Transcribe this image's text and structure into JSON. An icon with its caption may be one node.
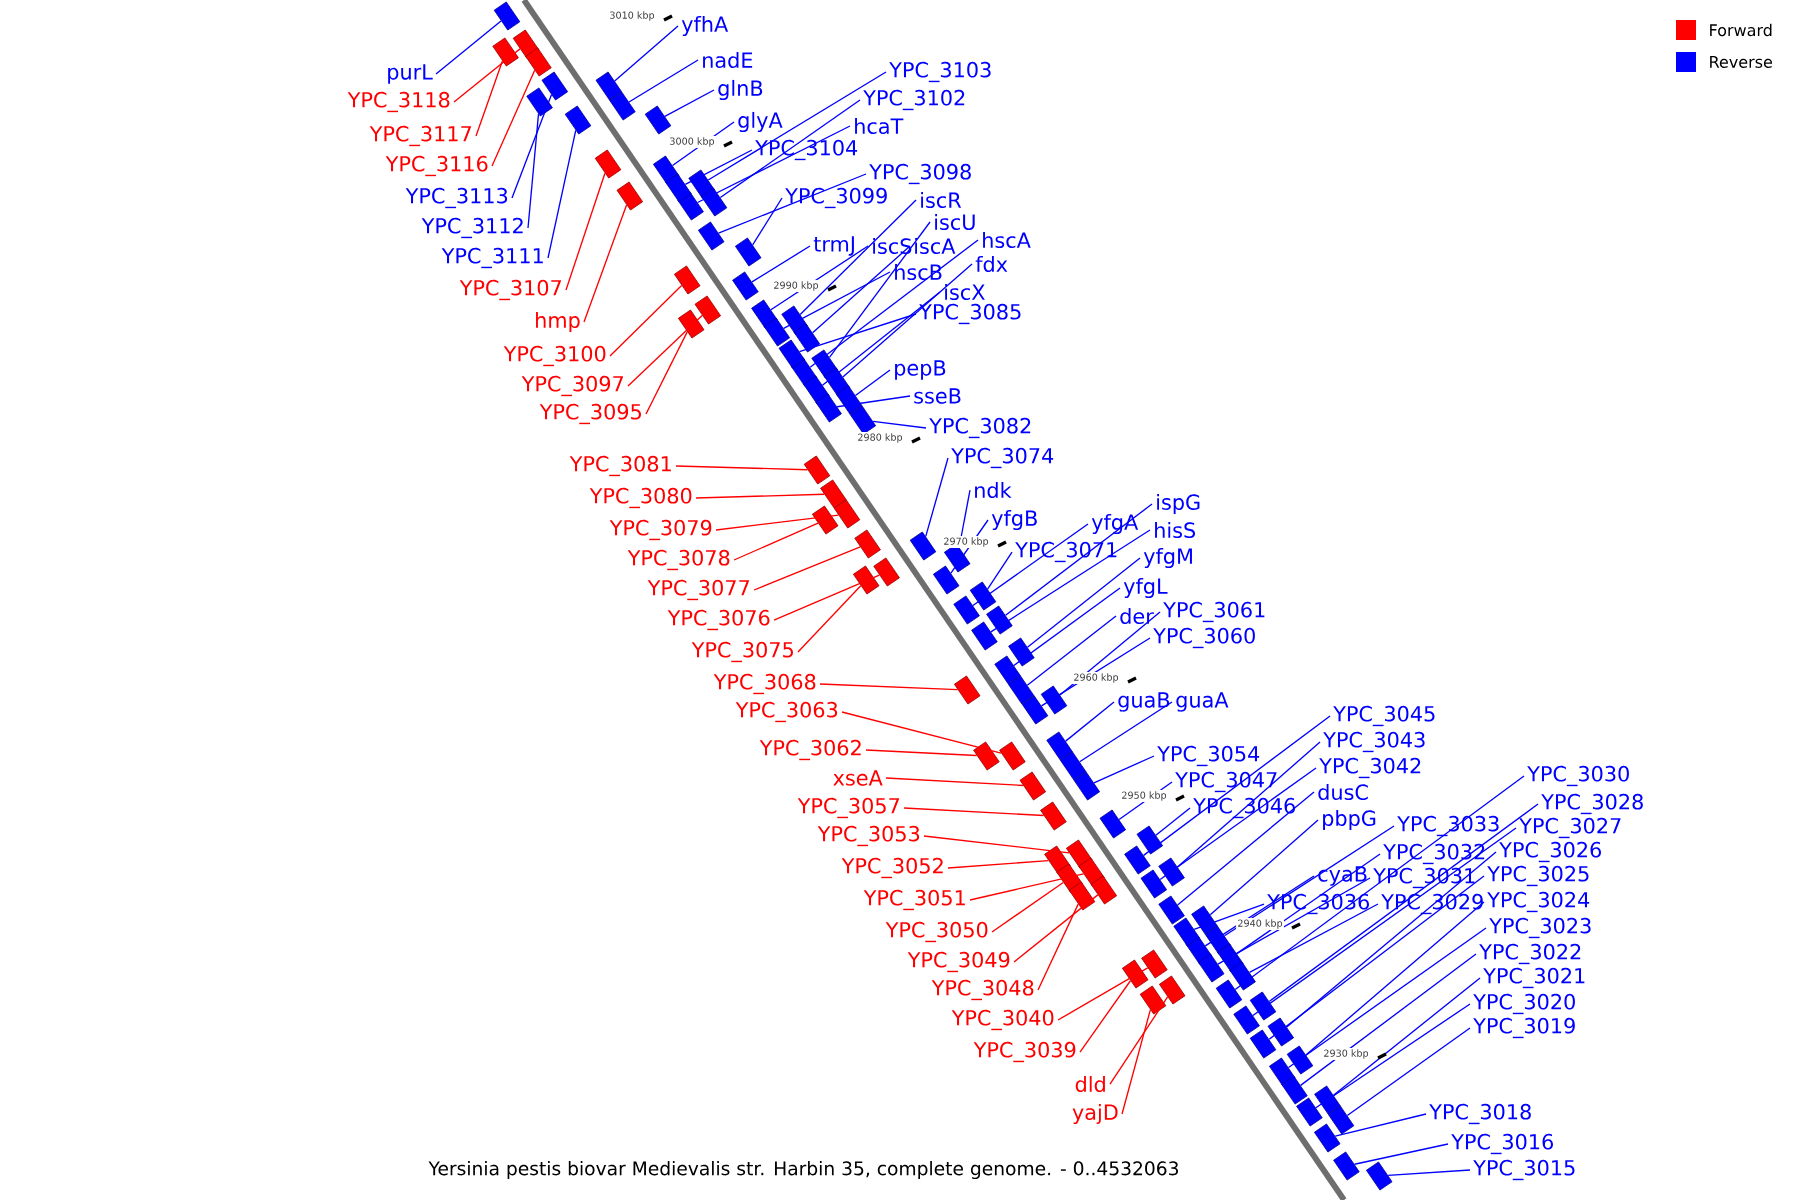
{
  "diagram": {
    "caption": "Yersinia pestis biovar Medievalis str. Harbin 35, complete genome. - 0..4532063",
    "nodes": [
      {
        "text": [
          "purL"
        ]
      },
      {
        "text": [
          "YPC_3118"
        ]
      },
      {
        "text": [
          "YPC_3117"
        ]
      },
      {
        "text": [
          "YPC_3116"
        ]
      },
      {
        "text": [
          "YPC_3113"
        ]
      },
      {
        "text": [
          "YPC_3112"
        ]
      },
      {
        "text": [
          "YPC_3111"
        ]
      },
      {
        "text": [
          "YPC_3107"
        ]
      },
      {
        "text": [
          "hmp"
        ]
      },
      {
        "text": [
          "YPC_3100"
        ]
      },
      {
        "text": [
          "YPC_3097"
        ]
      },
      {
        "text": [
          "YPC_3095"
        ]
      },
      {
        "text": [
          "YPC_3081"
        ]
      },
      {
        "text": [
          "YPC_3080"
        ]
      },
      {
        "text": [
          "YPC_3079"
        ]
      },
      {
        "text": [
          "YPC_3078"
        ]
      },
      {
        "text": [
          "YPC_3077"
        ]
      },
      {
        "text": [
          "YPC_3076"
        ]
      },
      {
        "text": [
          "YPC_3075"
        ]
      },
      {
        "text": [
          "YPC_3068"
        ]
      },
      {
        "text": [
          "YPC_3063"
        ]
      },
      {
        "text": [
          "YPC_3062"
        ]
      },
      {
        "text": [
          "xseA"
        ]
      },
      {
        "text": [
          "YPC_3057"
        ]
      },
      {
        "text": [
          "YPC_3053"
        ]
      },
      {
        "text": [
          "YPC_3052"
        ]
      },
      {
        "text": [
          "YPC_3051"
        ]
      },
      {
        "text": [
          "YPC_3050"
        ]
      },
      {
        "text": [
          "YPC_3049"
        ]
      },
      {
        "text": [
          "YPC_3048"
        ]
      },
      {
        "text": [
          "YPC_3040"
        ]
      },
      {
        "text": [
          "YPC_3039"
        ]
      },
      {
        "text": [
          "dld"
        ]
      },
      {
        "text": [
          "yajD"
        ]
      },
      {
        "text": [
          "yfhA"
        ]
      },
      {
        "text": [
          "nadE"
        ]
      },
      {
        "text": [
          "YPC_3103"
        ]
      },
      {
        "text": [
          "glnB"
        ]
      },
      {
        "text": [
          "YPC_3102"
        ]
      },
      {
        "text": [
          "glyA"
        ]
      },
      {
        "text": [
          "hcaT"
        ]
      },
      {
        "text": [
          "YPC_3104"
        ]
      },
      {
        "text": [
          "YPC_3098"
        ]
      },
      {
        "text": [
          "YPC_3099"
        ]
      },
      {
        "text": [
          "iscR"
        ]
      },
      {
        "text": [
          "iscU"
        ]
      },
      {
        "text": [
          "hscA"
        ]
      },
      {
        "text": [
          "trmJ"
        ]
      },
      {
        "text": [
          "iscS"
        ]
      },
      {
        "text": [
          "iscA"
        ]
      },
      {
        "text": [
          "fdx"
        ]
      },
      {
        "text": [
          "hscB"
        ]
      },
      {
        "text": [
          "iscX"
        ]
      },
      {
        "text": [
          "YPC_3085"
        ]
      },
      {
        "text": [
          "pepB"
        ]
      },
      {
        "text": [
          "sseB"
        ]
      },
      {
        "text": [
          "YPC_3082"
        ]
      },
      {
        "text": [
          "YPC_3074"
        ]
      },
      {
        "text": [
          "ndk"
        ]
      },
      {
        "text": [
          "ispG"
        ]
      },
      {
        "text": [
          "yfgB"
        ]
      },
      {
        "text": [
          "yfgA"
        ]
      },
      {
        "text": [
          "hisS"
        ]
      },
      {
        "text": [
          "YPC_3071"
        ]
      },
      {
        "text": [
          "yfgM"
        ]
      },
      {
        "text": [
          "yfgL"
        ]
      },
      {
        "text": [
          "YPC_3061"
        ]
      },
      {
        "text": [
          "der"
        ]
      },
      {
        "text": [
          "YPC_3060"
        ]
      },
      {
        "text": [
          "guaB"
        ]
      },
      {
        "text": [
          "guaA"
        ]
      },
      {
        "text": [
          "YPC_3045"
        ]
      },
      {
        "text": [
          "YPC_3043"
        ]
      },
      {
        "text": [
          "YPC_3054"
        ]
      },
      {
        "text": [
          "YPC_3042"
        ]
      },
      {
        "text": [
          "YPC_3030"
        ]
      },
      {
        "text": [
          "YPC_3047"
        ]
      },
      {
        "text": [
          "dusC"
        ]
      },
      {
        "text": [
          "YPC_3028"
        ]
      },
      {
        "text": [
          "YPC_3046"
        ]
      },
      {
        "text": [
          "pbpG"
        ]
      },
      {
        "text": [
          "YPC_3033"
        ]
      },
      {
        "text": [
          "YPC_3027"
        ]
      },
      {
        "text": [
          "YPC_3032"
        ]
      },
      {
        "text": [
          "YPC_3026"
        ]
      },
      {
        "text": [
          "cyaB"
        ]
      },
      {
        "text": [
          "YPC_3031"
        ]
      },
      {
        "text": [
          "YPC_3025"
        ]
      },
      {
        "text": [
          "YPC_3036"
        ]
      },
      {
        "text": [
          "YPC_3029"
        ]
      },
      {
        "text": [
          "YPC_3024"
        ]
      },
      {
        "text": [
          "YPC_3023"
        ]
      },
      {
        "text": [
          "YPC_3022"
        ]
      },
      {
        "text": [
          "YPC_3021"
        ]
      },
      {
        "text": [
          "YPC_3020"
        ]
      },
      {
        "text": [
          "YPC_3019"
        ]
      },
      {
        "text": [
          "YPC_3018"
        ]
      },
      {
        "text": [
          "YPC_3016"
        ]
      },
      {
        "text": [
          "YPC_3015"
        ]
      },
      {
        "text": [],
        "shape": "box"
      },
      {
        "text": [],
        "shape": "box"
      },
      {
        "text": [],
        "shape": "box"
      },
      {
        "text": [],
        "shape": "box"
      },
      {
        "text": [],
        "shape": "box"
      },
      {
        "text": [],
        "shape": "box"
      },
      {
        "text": [],
        "shape": "box"
      },
      {
        "text": [],
        "shape": "box"
      },
      {
        "text": [],
        "shape": "box"
      },
      {
        "text": [],
        "shape": "box"
      },
      {
        "text": [],
        "shape": "box"
      },
      {
        "text": [],
        "shape": "box"
      },
      {
        "text": [],
        "shape": "box"
      },
      {
        "text": [],
        "shape": "box"
      },
      {
        "text": [],
        "shape": "box"
      },
      {
        "text": [],
        "shape": "box"
      },
      {
        "text": [],
        "shape": "box"
      },
      {
        "text": [],
        "shape": "box"
      },
      {
        "text": [],
        "shape": "box"
      },
      {
        "text": [],
        "shape": "box"
      },
      {
        "text": [],
        "shape": "box"
      },
      {
        "text": [],
        "shape": "box"
      },
      {
        "text": [],
        "shape": "box"
      },
      {
        "text": [],
        "shape": "box"
      },
      {
        "text": [],
        "shape": "box"
      },
      {
        "text": [],
        "shape": "box"
      },
      {
        "text": [],
        "shape": "box"
      },
      {
        "text": [],
        "shape": "box"
      },
      {
        "text": [],
        "shape": "box"
      },
      {
        "text": [],
        "shape": "box"
      },
      {
        "text": [],
        "shape": "box"
      },
      {
        "text": [],
        "shape": "box"
      },
      {
        "text": [],
        "shape": "box"
      },
      {
        "text": [],
        "shape": "box"
      },
      {
        "text": [],
        "shape": "box"
      },
      {
        "text": [],
        "shape": "box"
      },
      {
        "text": [],
        "shape": "box"
      },
      {
        "text": [],
        "shape": "box"
      },
      {
        "text": [],
        "shape": "box"
      },
      {
        "text": [],
        "shape": "box"
      },
      {
        "text": [],
        "shape": "box"
      },
      {
        "text": [],
        "shape": "box"
      },
      {
        "text": [],
        "shape": "box"
      },
      {
        "text": [],
        "shape": "box"
      },
      {
        "text": [],
        "shape": "box"
      },
      {
        "text": [],
        "shape": "box"
      },
      {
        "text": [],
        "shape": "box"
      },
      {
        "text": [],
        "shape": "box"
      },
      {
        "text": [],
        "shape": "box"
      },
      {
        "text": [],
        "shape": "box"
      },
      {
        "text": [],
        "shape": "box"
      },
      {
        "text": [],
        "shape": "box"
      },
      {
        "text": [],
        "shape": "box"
      },
      {
        "text": [],
        "shape": "box"
      },
      {
        "text": [],
        "shape": "box"
      },
      {
        "text": [],
        "shape": "box"
      },
      {
        "text": [],
        "shape": "box"
      },
      {
        "text": [],
        "shape": "box"
      },
      {
        "text": [],
        "shape": "box"
      },
      {
        "text": [],
        "shape": "box"
      },
      {
        "text": [],
        "shape": "box"
      },
      {
        "text": [],
        "shape": "box"
      },
      {
        "text": [],
        "shape": "box"
      },
      {
        "text": [],
        "shape": "box"
      },
      {
        "text": [],
        "shape": "box"
      },
      {
        "text": [],
        "shape": "box"
      },
      {
        "text": [],
        "shape": "box"
      },
      {
        "text": [],
        "shape": "box"
      },
      {
        "text": [],
        "shape": "box"
      },
      {
        "text": [],
        "shape": "box"
      },
      {
        "text": [],
        "shape": "box"
      },
      {
        "text": [],
        "shape": "box"
      },
      {
        "text": [],
        "shape": "box"
      },
      {
        "text": [],
        "shape": "box"
      },
      {
        "text": [],
        "shape": "box"
      },
      {
        "text": [],
        "shape": "box"
      },
      {
        "text": [],
        "shape": "box"
      },
      {
        "text": [],
        "shape": "box"
      },
      {
        "text": [],
        "shape": "box"
      },
      {
        "text": [],
        "shape": "box"
      },
      {
        "text": [],
        "shape": "box"
      },
      {
        "text": [],
        "shape": "box"
      },
      {
        "text": [],
        "shape": "box"
      },
      {
        "text": [],
        "shape": "box"
      },
      {
        "text": [],
        "shape": "box"
      },
      {
        "text": [],
        "shape": "box"
      },
      {
        "text": [],
        "shape": "box"
      },
      {
        "text": [],
        "shape": "box"
      },
      {
        "text": [],
        "shape": "box"
      },
      {
        "text": [],
        "shape": "box"
      },
      {
        "text": [],
        "shape": "box"
      },
      {
        "text": [],
        "shape": "box"
      },
      {
        "text": [],
        "shape": "box"
      },
      {
        "text": [],
        "shape": "box"
      },
      {
        "text": [],
        "shape": "box"
      },
      {
        "text": [],
        "shape": "box"
      },
      {
        "text": [],
        "shape": "box"
      },
      {
        "text": [],
        "shape": "box"
      },
      {
        "text": [],
        "shape": "box"
      }
    ],
    "edges": [
      {
        "from": 0,
        "to": 99,
        "arrow": "none"
      },
      {
        "from": 1,
        "to": 100,
        "arrow": "none",
        "color": "#ff0000"
      },
      {
        "from": 2,
        "to": 101,
        "arrow": "none",
        "color": "#ff0000"
      },
      {
        "from": 3,
        "to": 102,
        "arrow": "none",
        "color": "#ff0000"
      },
      {
        "from": 4,
        "to": 103,
        "arrow": "none"
      },
      {
        "from": 5,
        "to": 104,
        "arrow": "none"
      },
      {
        "from": 6,
        "to": 105,
        "arrow": "none"
      },
      {
        "from": 7,
        "to": 106,
        "arrow": "none",
        "color": "#ff0000"
      },
      {
        "from": 8,
        "to": 107,
        "arrow": "none",
        "color": "#ff0000"
      },
      {
        "from": 9,
        "to": 108,
        "arrow": "none",
        "color": "#ff0000"
      },
      {
        "from": 10,
        "to": 109,
        "arrow": "none",
        "color": "#ff0000"
      },
      {
        "from": 11,
        "to": 110,
        "arrow": "none",
        "color": "#ff0000"
      },
      {
        "from": 12,
        "to": 111,
        "arrow": "none",
        "color": "#ff0000"
      },
      {
        "from": 13,
        "to": 112,
        "arrow": "none",
        "color": "#ff0000"
      },
      {
        "from": 14,
        "to": 113,
        "arrow": "none",
        "color": "#ff0000"
      },
      {
        "from": 15,
        "to": 114,
        "arrow": "none",
        "color": "#ff0000"
      },
      {
        "from": 16,
        "to": 115,
        "arrow": "none",
        "color": "#ff0000"
      },
      {
        "from": 17,
        "to": 116,
        "arrow": "none",
        "color": "#ff0000"
      },
      {
        "from": 18,
        "to": 117,
        "arrow": "none",
        "color": "#ff0000"
      },
      {
        "from": 19,
        "to": 118,
        "arrow": "none",
        "color": "#ff0000"
      },
      {
        "from": 20,
        "to": 119,
        "arrow": "none",
        "color": "#ff0000"
      },
      {
        "from": 21,
        "to": 120,
        "arrow": "none",
        "color": "#ff0000"
      },
      {
        "from": 22,
        "to": 121,
        "arrow": "none",
        "color": "#ff0000"
      },
      {
        "from": 23,
        "to": 122,
        "arrow": "none",
        "color": "#ff0000"
      },
      {
        "from": 24,
        "to": 123,
        "arrow": "none",
        "color": "#ff0000"
      },
      {
        "from": 25,
        "to": 124,
        "arrow": "none",
        "color": "#ff0000"
      },
      {
        "from": 26,
        "to": 125,
        "arrow": "none",
        "color": "#ff0000"
      },
      {
        "from": 27,
        "to": 126,
        "arrow": "none",
        "color": "#ff0000"
      },
      {
        "from": 28,
        "to": 127,
        "arrow": "none",
        "color": "#ff0000"
      },
      {
        "from": 29,
        "to": 128,
        "arrow": "none",
        "color": "#ff0000"
      },
      {
        "from": 30,
        "to": 129,
        "arrow": "none",
        "color": "#ff0000"
      },
      {
        "from": 31,
        "to": 130,
        "arrow": "none",
        "color": "#ff0000"
      },
      {
        "from": 32,
        "to": 131,
        "arrow": "none",
        "color": "#ff0000"
      },
      {
        "from": 33,
        "to": 132,
        "arrow": "none",
        "color": "#ff0000"
      },
      {
        "from": 34,
        "to": 133,
        "arrow": "none"
      },
      {
        "from": 35,
        "to": 134,
        "arrow": "none"
      },
      {
        "from": 36,
        "to": 135,
        "arrow": "none"
      },
      {
        "from": 37,
        "to": 136,
        "arrow": "none"
      },
      {
        "from": 38,
        "to": 137,
        "arrow": "none"
      },
      {
        "from": 39,
        "to": 138,
        "arrow": "none"
      },
      {
        "from": 40,
        "to": 139,
        "arrow": "none"
      },
      {
        "from": 41,
        "to": 140,
        "arrow": "none"
      },
      {
        "from": 42,
        "to": 141,
        "arrow": "none"
      },
      {
        "from": 43,
        "to": 142,
        "arrow": "none"
      },
      {
        "from": 44,
        "to": 143,
        "arrow": "none"
      },
      {
        "from": 45,
        "to": 144,
        "arrow": "none"
      },
      {
        "from": 46,
        "to": 145,
        "arrow": "none"
      },
      {
        "from": 47,
        "to": 146,
        "arrow": "none"
      },
      {
        "from": 48,
        "to": 147,
        "arrow": "none"
      },
      {
        "from": 49,
        "to": 148,
        "arrow": "none"
      },
      {
        "from": 50,
        "to": 149,
        "arrow": "none"
      },
      {
        "from": 51,
        "to": 150,
        "arrow": "none"
      },
      {
        "from": 52,
        "to": 151,
        "arrow": "none"
      },
      {
        "from": 53,
        "to": 152,
        "arrow": "none"
      },
      {
        "from": 54,
        "to": 153,
        "arrow": "none"
      },
      {
        "from": 55,
        "to": 154,
        "arrow": "none"
      },
      {
        "from": 56,
        "to": 155,
        "arrow": "none"
      },
      {
        "from": 57,
        "to": 156,
        "arrow": "none"
      },
      {
        "from": 58,
        "to": 157,
        "arrow": "none"
      },
      {
        "from": 59,
        "to": 158,
        "arrow": "none"
      },
      {
        "from": 60,
        "to": 159,
        "arrow": "none"
      },
      {
        "from": 61,
        "to": 160,
        "arrow": "none"
      },
      {
        "from": 62,
        "to": 161,
        "arrow": "none"
      },
      {
        "from": 63,
        "to": 162,
        "arrow": "none"
      },
      {
        "from": 64,
        "to": 163,
        "arrow": "none"
      },
      {
        "from": 65,
        "to": 164,
        "arrow": "none"
      },
      {
        "from": 66,
        "to": 165,
        "arrow": "none"
      },
      {
        "from": 67,
        "to": 166,
        "arrow": "none"
      },
      {
        "from": 68,
        "to": 167,
        "arrow": "none"
      },
      {
        "from": 69,
        "to": 168,
        "arrow": "none"
      },
      {
        "from": 70,
        "to": 169,
        "arrow": "none"
      },
      {
        "from": 71,
        "to": 170,
        "arrow": "none"
      },
      {
        "from": 72,
        "to": 171,
        "arrow": "none"
      },
      {
        "from": 73,
        "to": 172,
        "arrow": "none"
      },
      {
        "from": 74,
        "to": 173,
        "arrow": "none"
      },
      {
        "from": 75,
        "to": 174,
        "arrow": "none"
      },
      {
        "from": 76,
        "to": 175,
        "arrow": "none"
      },
      {
        "from": 77,
        "to": 176,
        "arrow": "none"
      },
      {
        "from": 78,
        "to": 177,
        "arrow": "none"
      },
      {
        "from": 79,
        "to": 178,
        "arrow": "none"
      },
      {
        "from": 80,
        "to": 179,
        "arrow": "none"
      },
      {
        "from": 81,
        "to": 180,
        "arrow": "none"
      },
      {
        "from": 82,
        "to": 181,
        "arrow": "none"
      },
      {
        "from": 83,
        "to": 182,
        "arrow": "none"
      },
      {
        "from": 84,
        "to": 183,
        "arrow": "none"
      },
      {
        "from": 85,
        "to": 184,
        "arrow": "none"
      },
      {
        "from": 86,
        "to": 185,
        "arrow": "none"
      },
      {
        "from": 87,
        "to": 186,
        "arrow": "none"
      },
      {
        "from": 88,
        "to": 187,
        "arrow": "none"
      },
      {
        "from": 89,
        "to": 188,
        "arrow": "none"
      },
      {
        "from": 90,
        "to": 189,
        "arrow": "none"
      },
      {
        "from": 91,
        "to": 190,
        "arrow": "none"
      },
      {
        "from": 92,
        "to": 191,
        "arrow": "none"
      },
      {
        "from": 93,
        "to": 192,
        "arrow": "none"
      },
      {
        "from": 94,
        "to": 193,
        "arrow": "none"
      },
      {
        "from": 95,
        "to": 194,
        "arrow": "none"
      },
      {
        "from": 96,
        "to": 195,
        "arrow": "none"
      },
      {
        "from": 97,
        "to": 196,
        "arrow": "none"
      },
      {
        "from": 98,
        "to": 197,
        "arrow": "none"
      }
    ],
    "labels": [
      "3010 kbp",
      "3000 kbp",
      "2990 kbp",
      "2980 kbp",
      "2970 kbp",
      "2960 kbp",
      "2950 kbp",
      "2940 kbp",
      "2930 kbp"
    ],
    "legend": [
      {
        "text": "Forward",
        "color": "#ff0000"
      },
      {
        "text": "Reverse",
        "color": "#0000ff"
      }
    ]
  }
}
